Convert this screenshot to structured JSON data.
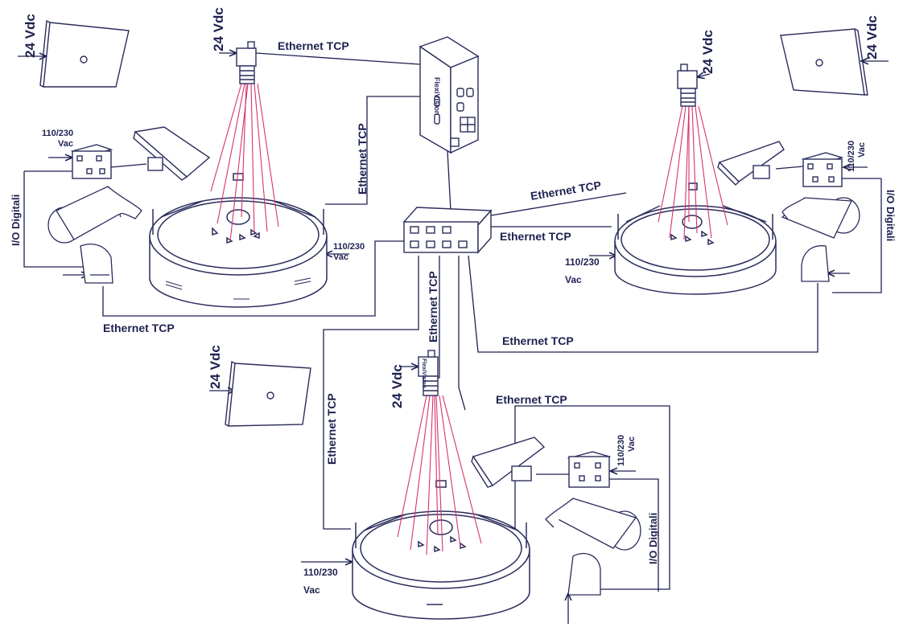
{
  "labels": {
    "ethernet_tcp": "Ethernet TCP",
    "vdc_24": "24 Vdc",
    "vac_110_230": "110/230",
    "vac": "Vac",
    "io_digitali": "I/O Digitali",
    "controller_brand": "FlexiVision",
    "camera_brand": "FlexiVision"
  },
  "colors": {
    "line": "#1e2150",
    "laser": "#d8336e",
    "outline": "#2a2d5c",
    "fill": "#ffffff"
  }
}
